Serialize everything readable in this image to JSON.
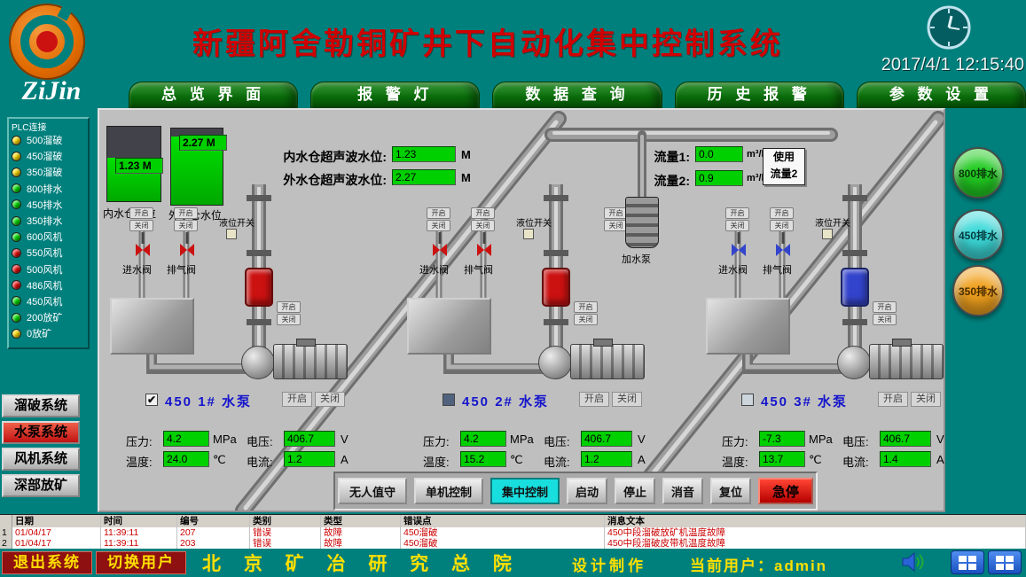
{
  "header": {
    "logo_text": "ZiJin",
    "title": "新疆阿舍勒铜矿井下自动化集中控制系统",
    "datetime": "2017/4/1 12:15:40"
  },
  "tabs": [
    {
      "label": "总 览 界 面"
    },
    {
      "label": "报  警  灯"
    },
    {
      "label": "数 据 查 询"
    },
    {
      "label": "历 史 报 警"
    },
    {
      "label": "参 数 设 置"
    }
  ],
  "plc": {
    "title": "PLC连接",
    "items": [
      {
        "label": "500溜破",
        "color": "#ffdf00"
      },
      {
        "label": "450溜破",
        "color": "#ffdf00"
      },
      {
        "label": "350溜破",
        "color": "#ffdf00"
      },
      {
        "label": "800排水",
        "color": "#00e000"
      },
      {
        "label": "450排水",
        "color": "#00e000"
      },
      {
        "label": "350排水",
        "color": "#00e000"
      },
      {
        "label": "600风机",
        "color": "#00e000"
      },
      {
        "label": "550风机",
        "color": "#ee1111"
      },
      {
        "label": "500风机",
        "color": "#ee1111"
      },
      {
        "label": "486风机",
        "color": "#ee1111"
      },
      {
        "label": "450风机",
        "color": "#00e000"
      },
      {
        "label": "200放矿",
        "color": "#00e000"
      },
      {
        "label": "0放矿",
        "color": "#ffdf00"
      }
    ]
  },
  "side_menu": [
    {
      "label": "溜破系统"
    },
    {
      "label": "水泵系统"
    },
    {
      "label": "风机系统"
    },
    {
      "label": "深部放矿"
    }
  ],
  "tanks": {
    "inner": {
      "label": "内水仓水位",
      "level_text": "1.23 M"
    },
    "outer": {
      "label": "外水仓水位",
      "level_text": "2.27 M"
    }
  },
  "readings": {
    "inner_level": {
      "label": "内水仓超声波水位:",
      "value": "1.23",
      "unit": "M"
    },
    "outer_level": {
      "label": "外水仓超声波水位:",
      "value": "2.27",
      "unit": "M"
    },
    "flow1": {
      "label": "流量1:",
      "value": "0.0",
      "unit": "m³/h"
    },
    "flow2": {
      "label": "流量2:",
      "value": "0.9",
      "unit": "m³/h"
    },
    "use_flow2_line1": "使用",
    "use_flow2_line2": "流量2"
  },
  "pump_common": {
    "open": "开启",
    "close": "关闭",
    "inlet_valve": "进水阀",
    "exhaust_valve": "排气阀",
    "level_switch": "液位开关",
    "booster_pump": "加水泵",
    "pressure_label": "压力:",
    "voltage_label": "电压:",
    "temp_label": "温度:",
    "current_label": "电流:",
    "pressure_unit": "MPa",
    "voltage_unit": "V",
    "temp_unit": "℃",
    "current_unit": "A"
  },
  "pumps": [
    {
      "name": "450  1#  水泵",
      "check": "✔",
      "box_color": "#f0f0f0",
      "valve_color": "#cc1111",
      "pressure": "4.2",
      "voltage": "406.7",
      "temp": "24.0",
      "current": "1.2"
    },
    {
      "name": "450  2#  水泵",
      "check": "",
      "box_color": "#51627f",
      "valve_color": "#cc1111",
      "pressure": "4.2",
      "voltage": "406.7",
      "temp": "15.2",
      "current": "1.2"
    },
    {
      "name": "450  3#  水泵",
      "check": "",
      "box_color": "#ccd4dc",
      "valve_color": "#3344cc",
      "pressure": "-7.3",
      "voltage": "406.7",
      "temp": "13.7",
      "current": "1.4"
    }
  ],
  "drain_buttons": [
    {
      "label": "800排水",
      "color": "#21cc21"
    },
    {
      "label": "450排水",
      "color": "#3cd9d9"
    },
    {
      "label": "350排水",
      "color": "#f1a11e"
    }
  ],
  "control_bar": {
    "unattended": "无人值守",
    "single": "单机控制",
    "central": "集中控制",
    "start": "启动",
    "stop": "停止",
    "mute": "消音",
    "reset": "复位",
    "estop": "急停"
  },
  "alarm_table": {
    "headers": [
      "日期",
      "时间",
      "编号",
      "类别",
      "类型",
      "错误点",
      "消息文本"
    ],
    "rows": [
      {
        "num": "1",
        "cells": [
          "01/04/17",
          "11:39:11",
          "207",
          "错误",
          "故障",
          "450溜破",
          "450中段溜破放矿机温度故障"
        ]
      },
      {
        "num": "2",
        "cells": [
          "01/04/17",
          "11:39:11",
          "203",
          "错误",
          "故障",
          "450溜破",
          "450中段溜破皮带机温度故障"
        ]
      }
    ]
  },
  "footer": {
    "exit": "退出系统",
    "switch_user": "切换用户",
    "org": "北 京 矿 冶 研 究 总 院",
    "design": "设计制作",
    "current_user_label": "当前用户：",
    "current_user": "admin"
  }
}
